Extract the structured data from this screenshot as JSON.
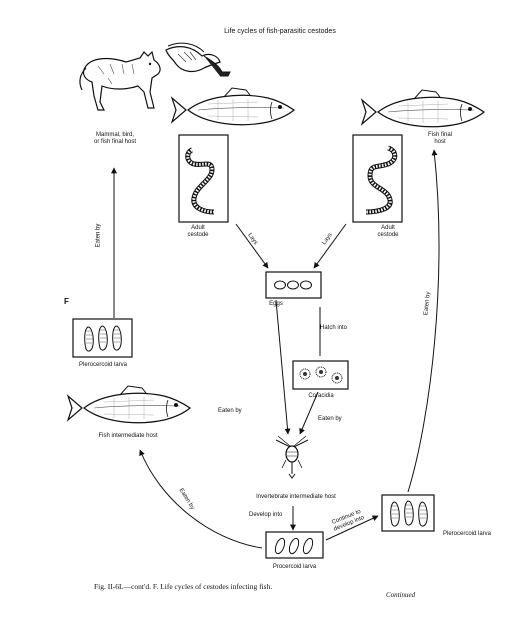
{
  "title": "Life cycles of fish-parasitic cestodes",
  "panel_letter": "F",
  "nodes": {
    "final_host_left": "Mammal, bird,\nor fish final host",
    "fish_final_host": "Fish final\nhost",
    "adult_cestode_left": "Adult\ncestode",
    "adult_cestode_right": "Adult\ncestode",
    "eggs": "Eggs",
    "coracidia": "Coracidia",
    "plerocercoid_left": "Plerocercoid larva",
    "plerocercoid_right": "Plerocercoid larva",
    "fish_intermediate": "Fish intermediate host",
    "invertebrate_intermediate": "Invertebrate intermediate host",
    "procercoid": "Procercoid larva"
  },
  "edges": {
    "eaten_by_1": "Eaten by",
    "eaten_by_2": "Eaten by",
    "eaten_by_3": "Eaten by",
    "eaten_by_4": "Eaten by",
    "eaten_by_5": "Eaten by",
    "lays_left": "Lays",
    "lays_right": "Lays",
    "hatch_into": "Hatch into",
    "develop_into": "Develop into",
    "continue_to_develop": "Continue to\ndevelop into"
  },
  "caption": "Fig. II-6L—cont'd.  F. Life cycles of cestodes infecting fish.",
  "continued": "Continued",
  "icons": [
    "wolf-icon",
    "goose-icon",
    "fish-icon",
    "tapeworm-icon",
    "egg-icon",
    "coracidium-icon",
    "copepod-icon",
    "larva-icon"
  ]
}
